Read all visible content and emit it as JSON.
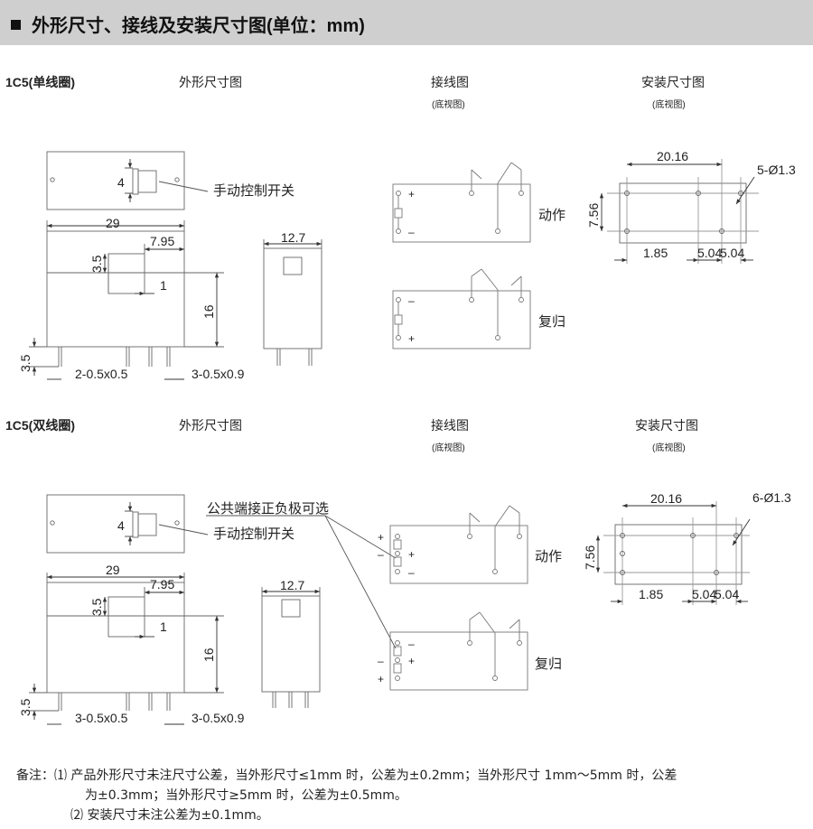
{
  "header": {
    "title": "外形尺寸、接线及安装尺寸图(单位：mm)"
  },
  "sections": [
    {
      "id": "single",
      "label": "1C5(单线圈)",
      "outline_title": "外形尺寸图",
      "wiring_title": "接线图",
      "wiring_sub": "(底视图)",
      "mount_title": "安装尺寸图",
      "mount_sub": "(底视图)",
      "callout_switch": "手动控制开关",
      "state_action": "动作",
      "state_reset": "复归",
      "dims": {
        "top_switch": "4",
        "width": "29",
        "offset": "7.95",
        "switch_h": "3.5",
        "switch_w": "1",
        "height": "16",
        "pin_len": "3.5",
        "pins_left": "2-0.5x0.5",
        "pins_right": "3-0.5x0.9",
        "side_w": "12.7"
      },
      "mount": {
        "span": "20.16",
        "holes": "5-Ø1.3",
        "pitch_y": "7.56",
        "edge": "1.85",
        "pitch_a": "5.04",
        "pitch_b": "5.04"
      }
    },
    {
      "id": "double",
      "label": "1C5(双线圈)",
      "outline_title": "外形尺寸图",
      "wiring_title": "接线图",
      "wiring_sub": "(底视图)",
      "mount_title": "安装尺寸图",
      "mount_sub": "(底视图)",
      "callout_common": "公共端接正负极可选",
      "callout_switch": "手动控制开关",
      "state_action": "动作",
      "state_reset": "复归",
      "dims": {
        "top_switch": "4",
        "width": "29",
        "offset": "7.95",
        "switch_h": "3.5",
        "switch_w": "1",
        "height": "16",
        "pin_len": "3.5",
        "pins_left": "3-0.5x0.5",
        "pins_right": "3-0.5x0.9",
        "side_w": "12.7"
      },
      "mount": {
        "span": "20.16",
        "holes": "6-Ø1.3",
        "pitch_y": "7.56",
        "edge": "1.85",
        "pitch_a": "5.04",
        "pitch_b": "5.04"
      }
    }
  ],
  "notes": {
    "prefix": "备注：",
    "n1_line1": "⑴  产品外形尺寸未注尺寸公差，当外形尺寸≤1mm 时，公差为±0.2mm；当外形尺寸 1mm～5mm 时，公差",
    "n1_line2": "为±0.3mm；当外形尺寸≥5mm 时，公差为±0.5mm。",
    "n2": "⑵  安装尺寸未注公差为±0.1mm。"
  },
  "symbols": {
    "plus": "+",
    "minus": "–"
  }
}
